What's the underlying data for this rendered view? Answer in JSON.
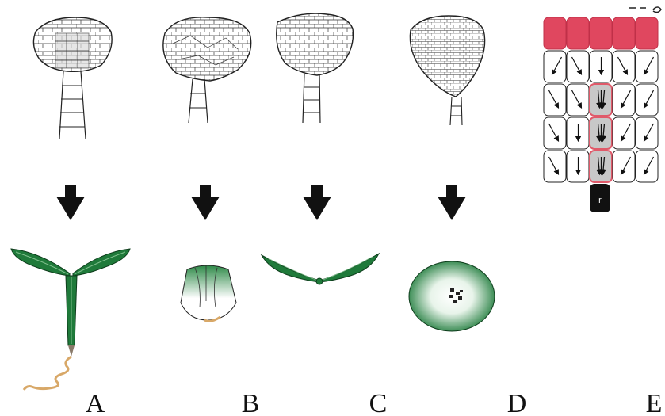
{
  "panels": [
    {
      "label": "A"
    },
    {
      "label": "B"
    },
    {
      "label": "C"
    },
    {
      "label": "D"
    },
    {
      "label": "E"
    }
  ],
  "cell_grid": {
    "cell_label": "r",
    "colors": {
      "top_row": "#e0475f",
      "highlight": "#c8c8c8",
      "highlight_border": "#e05a6a",
      "root_cell": "#111111"
    }
  },
  "colors": {
    "seedling_green": "#1f7a3a",
    "root": "#d8a868",
    "arrow": "#111111",
    "outline": "#222222"
  }
}
